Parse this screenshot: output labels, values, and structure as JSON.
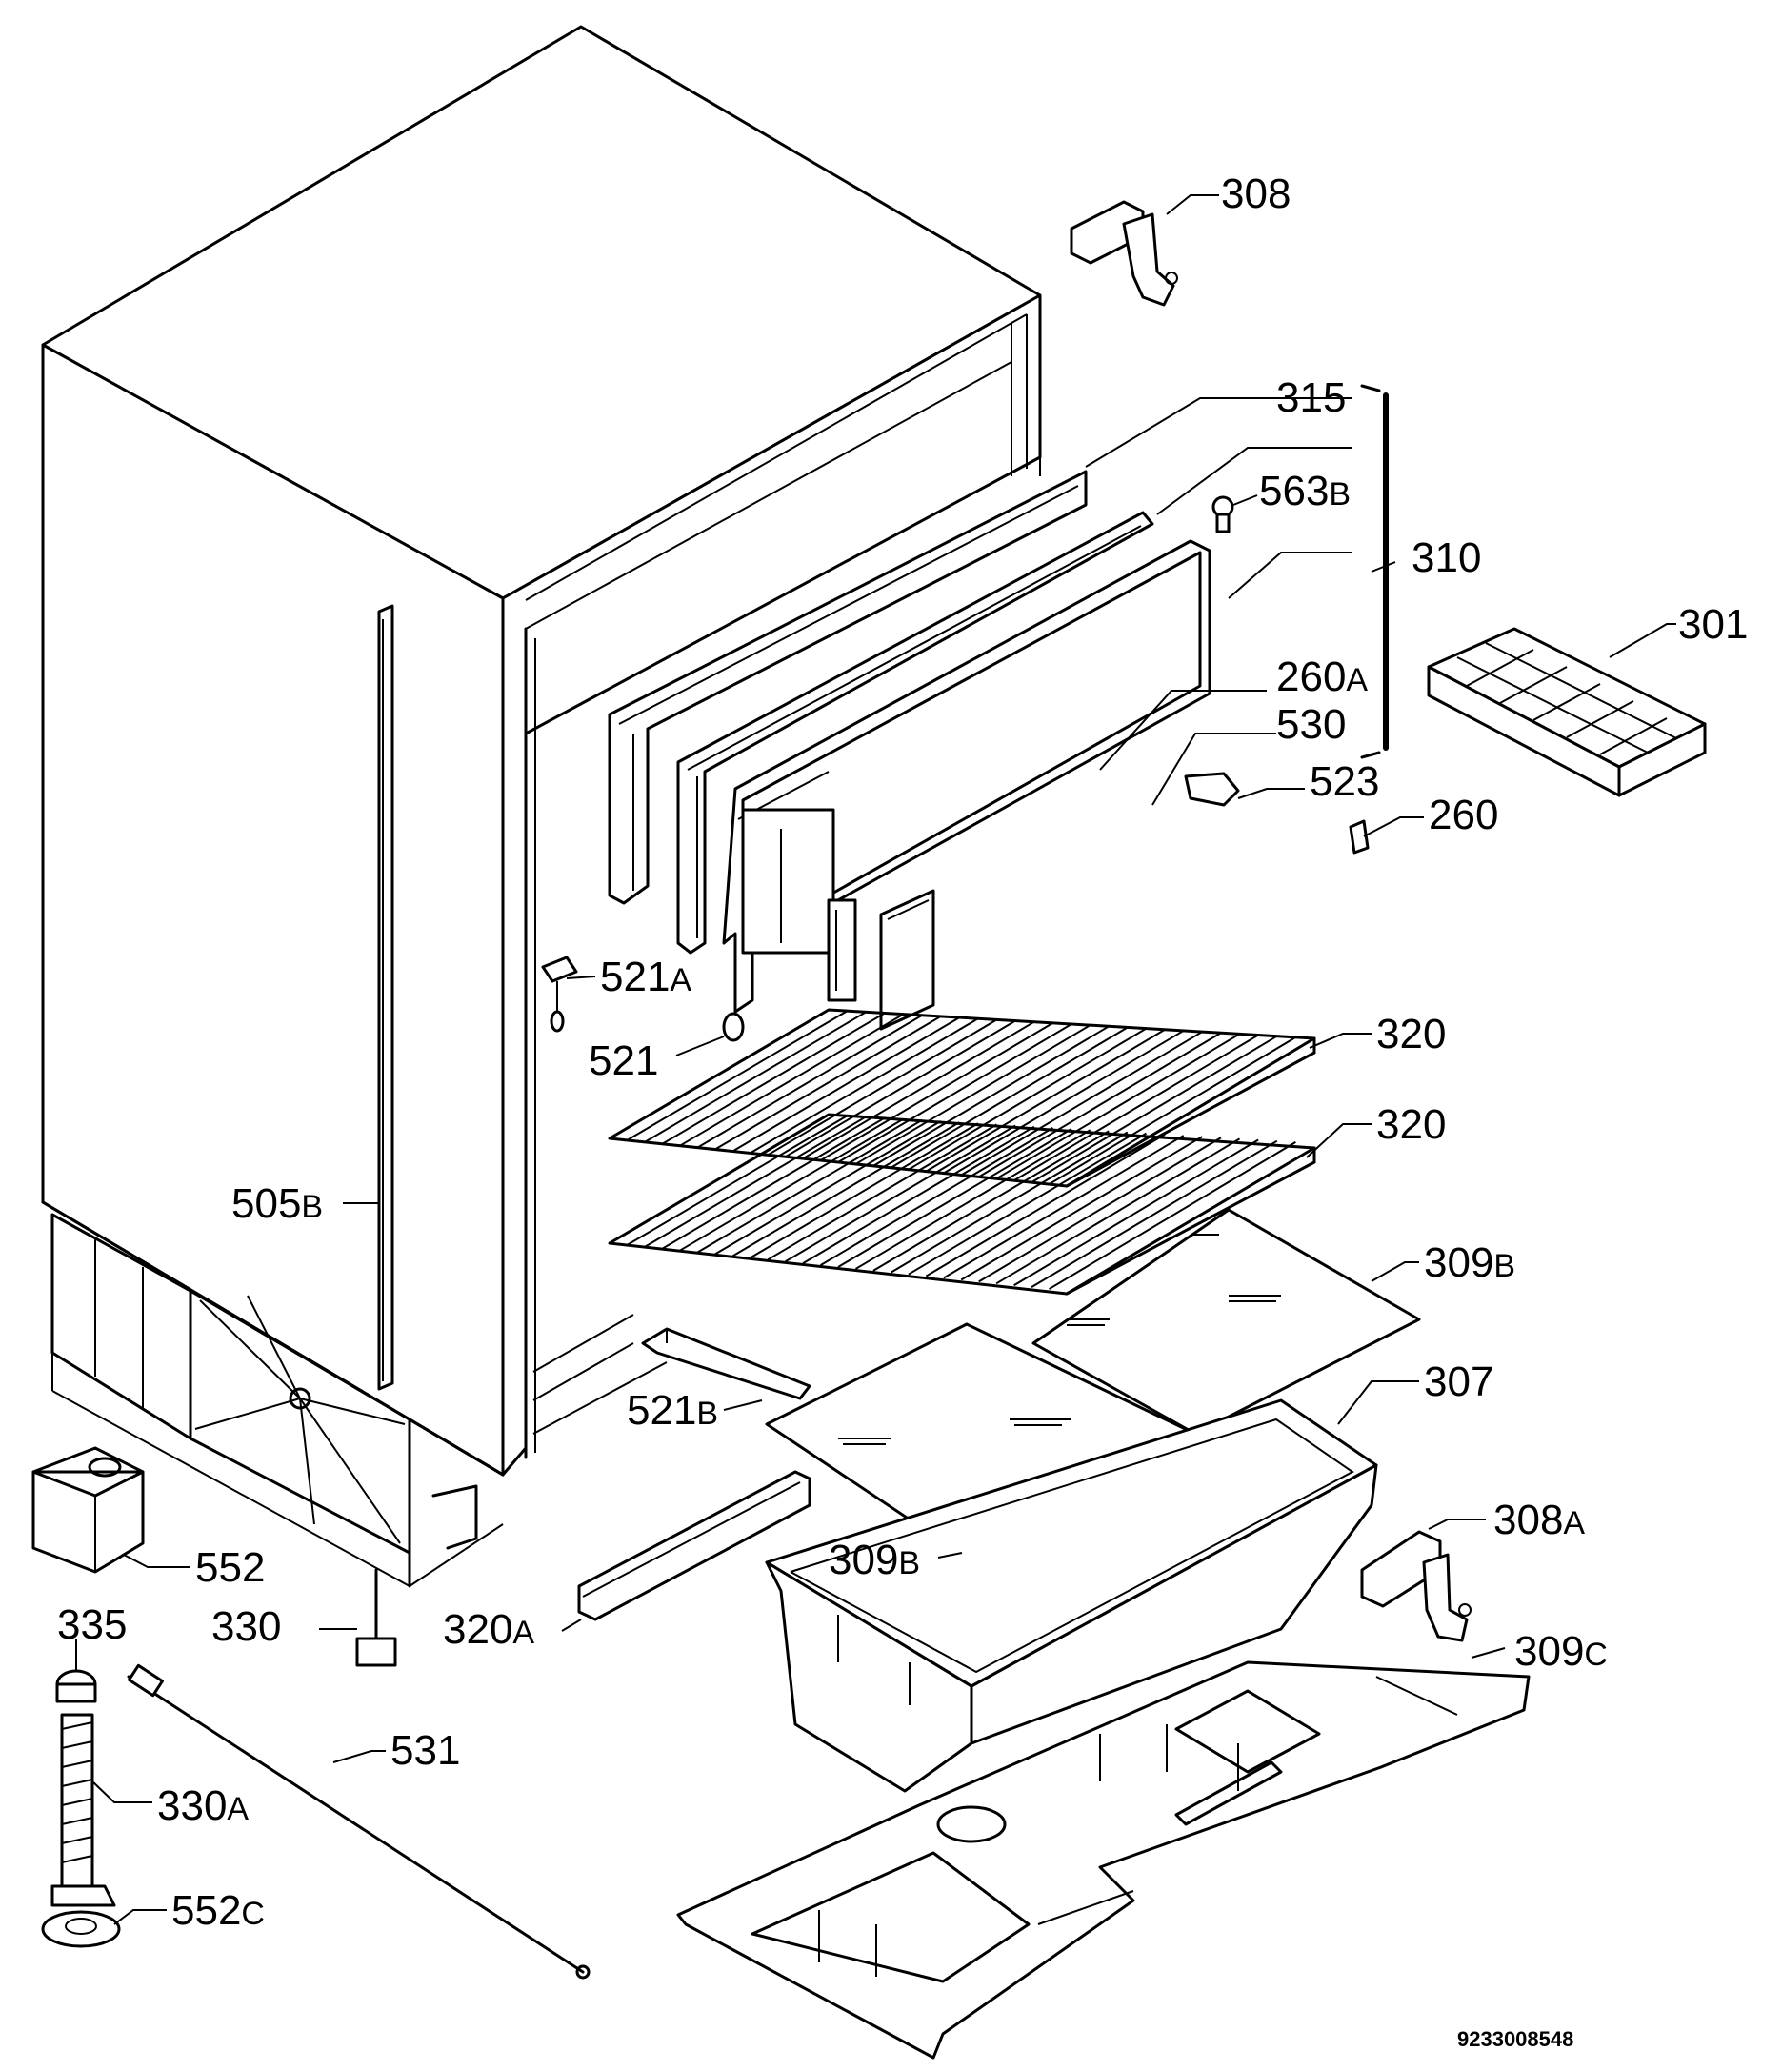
{
  "diagram": {
    "document_code": "9233008548",
    "callouts": [
      {
        "id": "308",
        "num": "308",
        "suffix": ""
      },
      {
        "id": "315",
        "num": "315",
        "suffix": ""
      },
      {
        "id": "563B",
        "num": "563",
        "suffix": "B"
      },
      {
        "id": "310",
        "num": "310",
        "suffix": ""
      },
      {
        "id": "301",
        "num": "301",
        "suffix": ""
      },
      {
        "id": "260A",
        "num": "260",
        "suffix": "A"
      },
      {
        "id": "530",
        "num": "530",
        "suffix": ""
      },
      {
        "id": "523",
        "num": "523",
        "suffix": ""
      },
      {
        "id": "260",
        "num": "260",
        "suffix": ""
      },
      {
        "id": "521A",
        "num": "521",
        "suffix": "A"
      },
      {
        "id": "521",
        "num": "521",
        "suffix": ""
      },
      {
        "id": "320a",
        "num": "320",
        "suffix": ""
      },
      {
        "id": "320b",
        "num": "320",
        "suffix": ""
      },
      {
        "id": "505B",
        "num": "505",
        "suffix": "B"
      },
      {
        "id": "309Ba",
        "num": "309",
        "suffix": "B"
      },
      {
        "id": "307",
        "num": "307",
        "suffix": ""
      },
      {
        "id": "521B",
        "num": "521",
        "suffix": "B"
      },
      {
        "id": "308A",
        "num": "308",
        "suffix": "A"
      },
      {
        "id": "552",
        "num": "552",
        "suffix": ""
      },
      {
        "id": "309Bb",
        "num": "309",
        "suffix": "B"
      },
      {
        "id": "335",
        "num": "335",
        "suffix": ""
      },
      {
        "id": "330",
        "num": "330",
        "suffix": ""
      },
      {
        "id": "320A",
        "num": "320",
        "suffix": "A"
      },
      {
        "id": "309C",
        "num": "309",
        "suffix": "C"
      },
      {
        "id": "531",
        "num": "531",
        "suffix": ""
      },
      {
        "id": "330A",
        "num": "330",
        "suffix": "A"
      },
      {
        "id": "552C",
        "num": "552",
        "suffix": "C"
      }
    ]
  }
}
